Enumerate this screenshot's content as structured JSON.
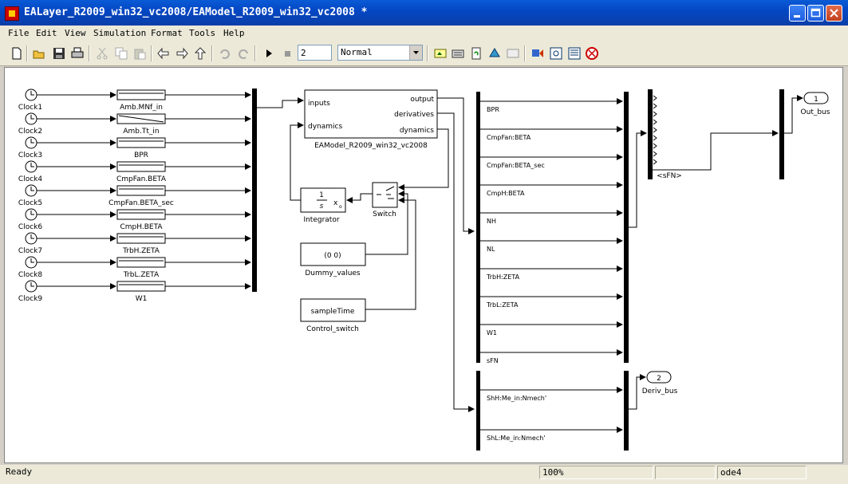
{
  "window": {
    "title": "EALayer_R2009_win32_vc2008/EAModel_R2009_win32_vc2008 *"
  },
  "menu": [
    "File",
    "Edit",
    "View",
    "Simulation",
    "Format",
    "Tools",
    "Help"
  ],
  "toolbar": {
    "stop_time": "2",
    "sim_mode": "Normal",
    "icons": [
      "new-icon",
      "open-icon",
      "save-icon",
      "print-icon",
      "cut-icon",
      "copy-icon",
      "paste-icon",
      "back-icon",
      "forward-icon",
      "up-icon",
      "undo-icon",
      "redo-icon",
      "play-icon",
      "stop-icon",
      "build-icon",
      "update-icon",
      "refresh-icon",
      "library-icon",
      "model-explorer-icon",
      "debugger-icon",
      "properties-icon",
      "profiler-icon",
      "help-icon"
    ]
  },
  "diagram": {
    "clocks": [
      "Clock1",
      "Clock2",
      "Clock3",
      "Clock4",
      "Clock5",
      "Clock6",
      "Clock7",
      "Clock8",
      "Clock9"
    ],
    "lookups": [
      "Amb.MNf_in",
      "Amb.Tt_in",
      "BPR",
      "CmpFan.BETA",
      "CmpFan.BETA_sec",
      "CmpH.BETA",
      "TrbH.ZETA",
      "TrbL.ZETA",
      "W1"
    ],
    "model_block": {
      "name": "EAModel_R2009_win32_vc2008",
      "in_ports": [
        "inputs",
        "dynamics"
      ],
      "out_ports": [
        "output",
        "derivatives",
        "dynamics"
      ]
    },
    "integrator": {
      "name": "Integrator",
      "num": "1",
      "den": "s",
      "ic": "x",
      "ic_sub": "o"
    },
    "switch": {
      "name": "Switch"
    },
    "dummy": {
      "name": "Dummy_values",
      "value": "(0    0)"
    },
    "control": {
      "name": "Control_switch",
      "value": "sampleTime"
    },
    "bus1_signals": [
      "BPR",
      "CmpFan:BETA",
      "CmpFan:BETA_sec",
      "CmpH:BETA",
      "NH",
      "NL",
      "TrbH:ZETA",
      "TrbL:ZETA",
      "W1",
      "sFN"
    ],
    "bus2_signals": [
      "ShH:Me_in:Nmech'",
      "ShL:Me_in:Nmech'"
    ],
    "sfn_label": "<sFN>",
    "outports": [
      {
        "num": "1",
        "name": "Out_bus"
      },
      {
        "num": "2",
        "name": "Deriv_bus"
      }
    ]
  },
  "status": {
    "text": "Ready",
    "zoom": "100%",
    "solver": "ode4"
  },
  "colors": {
    "titlebar": "#0a5bd6",
    "canvas": "#ffffff",
    "chrome": "#ece9d8"
  }
}
